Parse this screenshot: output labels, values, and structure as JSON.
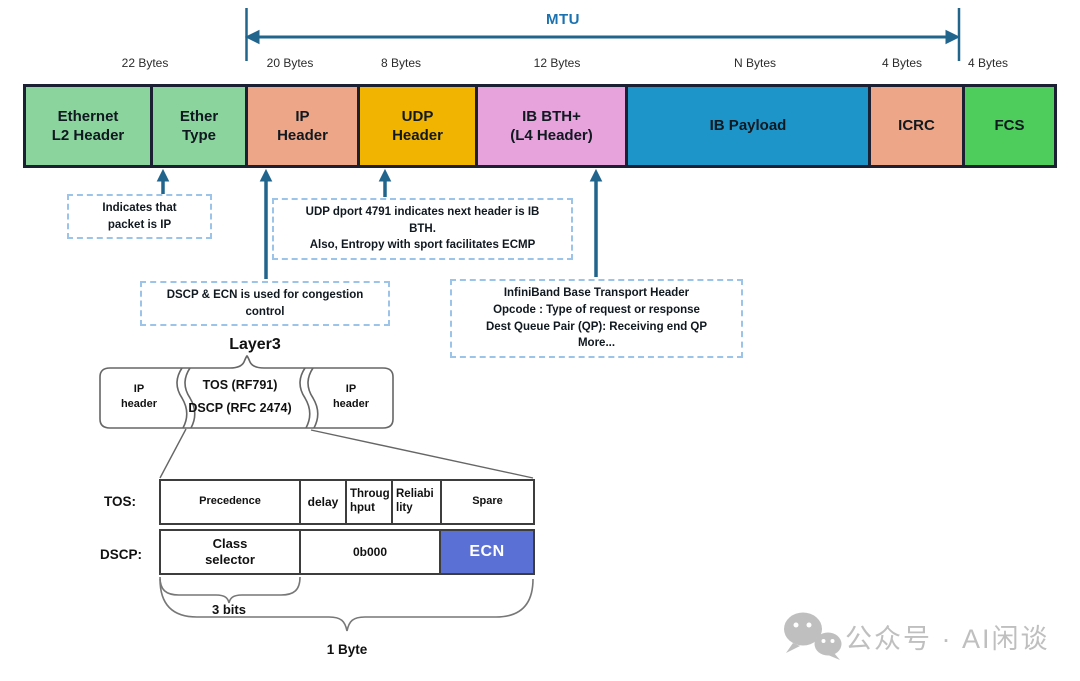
{
  "title": "RoCEv2 packet format diagram",
  "mtu_label": "MTU",
  "byte_labels": [
    "22 Bytes",
    "20 Bytes",
    "8 Bytes",
    "12 Bytes",
    "N Bytes",
    "4 Bytes",
    "4 Bytes"
  ],
  "packet_fields": [
    {
      "label": "Ethernet\nL2 Header",
      "bytes": "22 Bytes",
      "color": "#8BD49E"
    },
    {
      "label": "Ether\nType",
      "bytes": "22 Bytes",
      "color": "#8BD49E"
    },
    {
      "label": "IP\nHeader",
      "bytes": "20 Bytes",
      "color": "#EDA687"
    },
    {
      "label": "UDP\nHeader",
      "bytes": "8 Bytes",
      "color": "#F1B400"
    },
    {
      "label": "IB BTH+\n(L4 Header)",
      "bytes": "12 Bytes",
      "color": "#E6A3DC"
    },
    {
      "label": "IB Payload",
      "bytes": "N Bytes",
      "color": "#1E95C9"
    },
    {
      "label": "ICRC",
      "bytes": "4 Bytes",
      "color": "#EDA687"
    },
    {
      "label": "FCS",
      "bytes": "4 Bytes",
      "color": "#4ECC5C"
    }
  ],
  "annotations": {
    "ether_type": "Indicates that\npacket is IP",
    "udp": "UDP dport 4791 indicates next header is IB\nBTH.\nAlso, Entropy with sport facilitates ECMP",
    "ip": "DSCP & ECN is used for congestion\ncontrol",
    "ib_bth": "InfiniBand Base Transport Header\nOpcode : Type of request or response\nDest Queue Pair (QP): Receiving end QP\nMore..."
  },
  "layer3": {
    "title": "Layer3",
    "left_cell": "IP\nheader",
    "middle_line1": "TOS (RF791)",
    "middle_line2": "DSCP (RFC 2474)",
    "right_cell": "IP\nheader"
  },
  "tos_row": {
    "label": "TOS:",
    "cells": [
      "Precedence",
      "delay",
      "Throug\nhput",
      "Reliabi\nlity",
      "Spare"
    ]
  },
  "dscp_row": {
    "label": "DSCP:",
    "cells": [
      "Class\nselector",
      "0b000",
      "ECN"
    ]
  },
  "braces": {
    "three_bits": "3 bits",
    "one_byte": "1 Byte"
  },
  "watermark": {
    "text": "公众号 · AI闲谈"
  },
  "colors": {
    "arrow_teal": "#21658D",
    "mtu_text": "#1B72B0",
    "annotation_border": "#9CC3E8",
    "bar_border": "#1C2033",
    "ecn_blue": "#5B70D5",
    "watermark_gray": "#BFBFBF"
  }
}
